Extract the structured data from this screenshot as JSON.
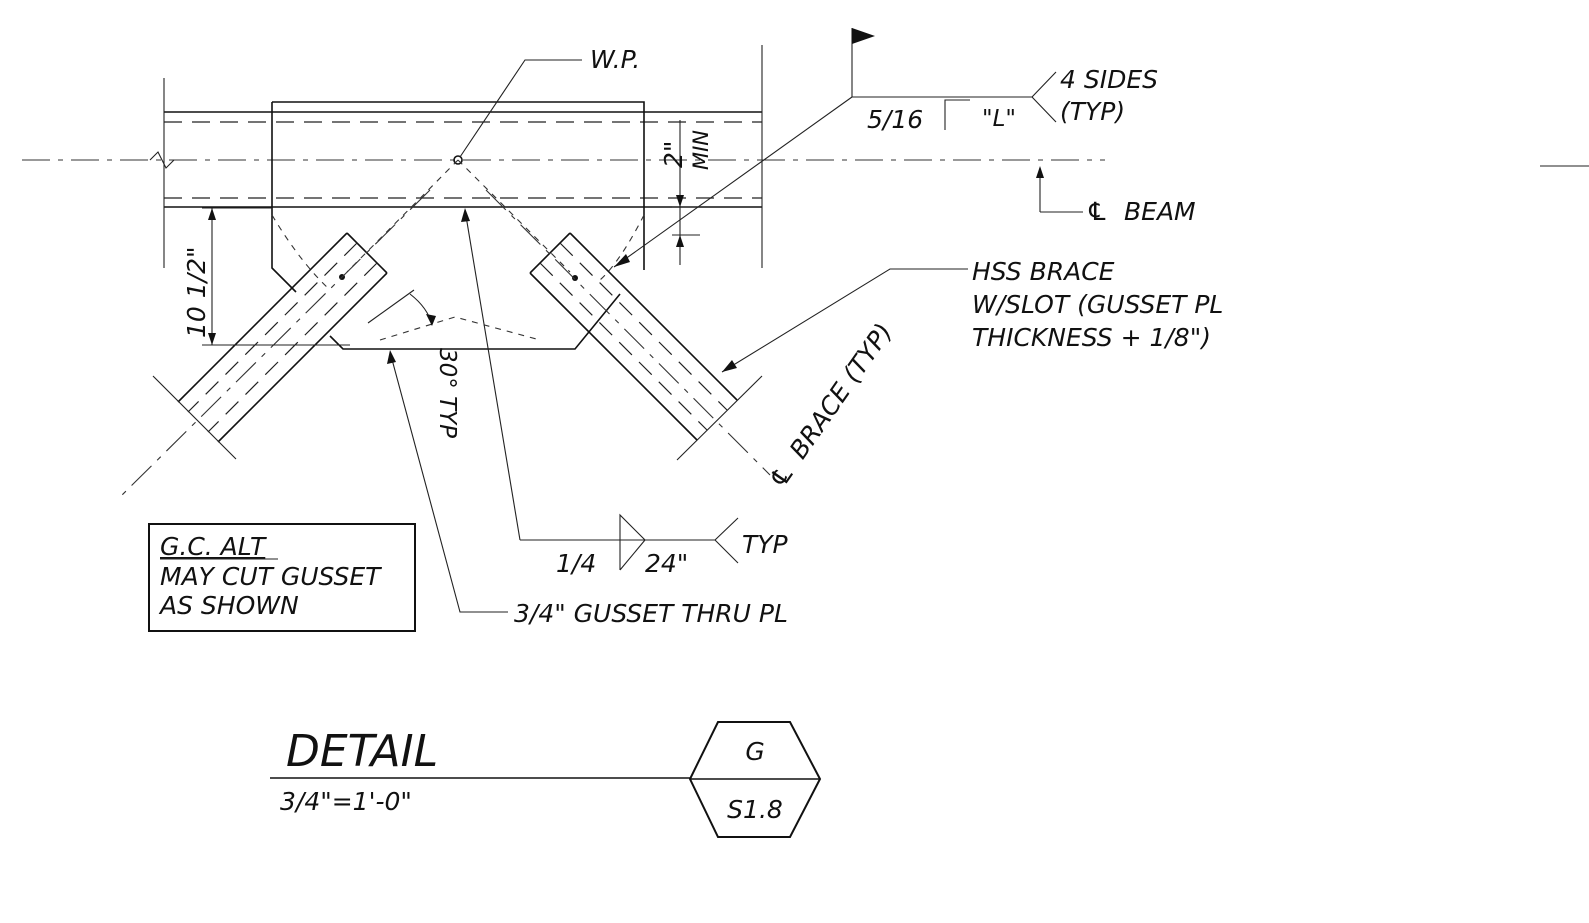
{
  "labels": {
    "wp": "W.P.",
    "weld_top_size": "5/16",
    "weld_top_length": "\"L\"",
    "weld_top_sides": "4 SIDES",
    "weld_top_typ": "(TYP)",
    "cl_beam": "BEAM",
    "hss_line1": "HSS BRACE",
    "hss_line2": "W/SLOT (GUSSET PL",
    "hss_line3": "THICKNESS + 1/8\")",
    "cl_brace": "BRACE (TYP)",
    "dim_2": "2\"",
    "dim_min": "MIN",
    "dim_10_5": "10 1/2\"",
    "angle_30": "30° TYP",
    "weld_bot_size": "1/4",
    "weld_bot_length": "24\"",
    "weld_bot_typ": "TYP",
    "gusset": "3/4\" GUSSET THRU PL",
    "note_title": "G.C. ALT",
    "note_line1": "MAY CUT GUSSET",
    "note_line2": "AS SHOWN"
  },
  "title_block": {
    "title": "DETAIL",
    "scale": "3/4\"=1'-0\"",
    "detail_id": "G",
    "sheet": "S1.8"
  }
}
